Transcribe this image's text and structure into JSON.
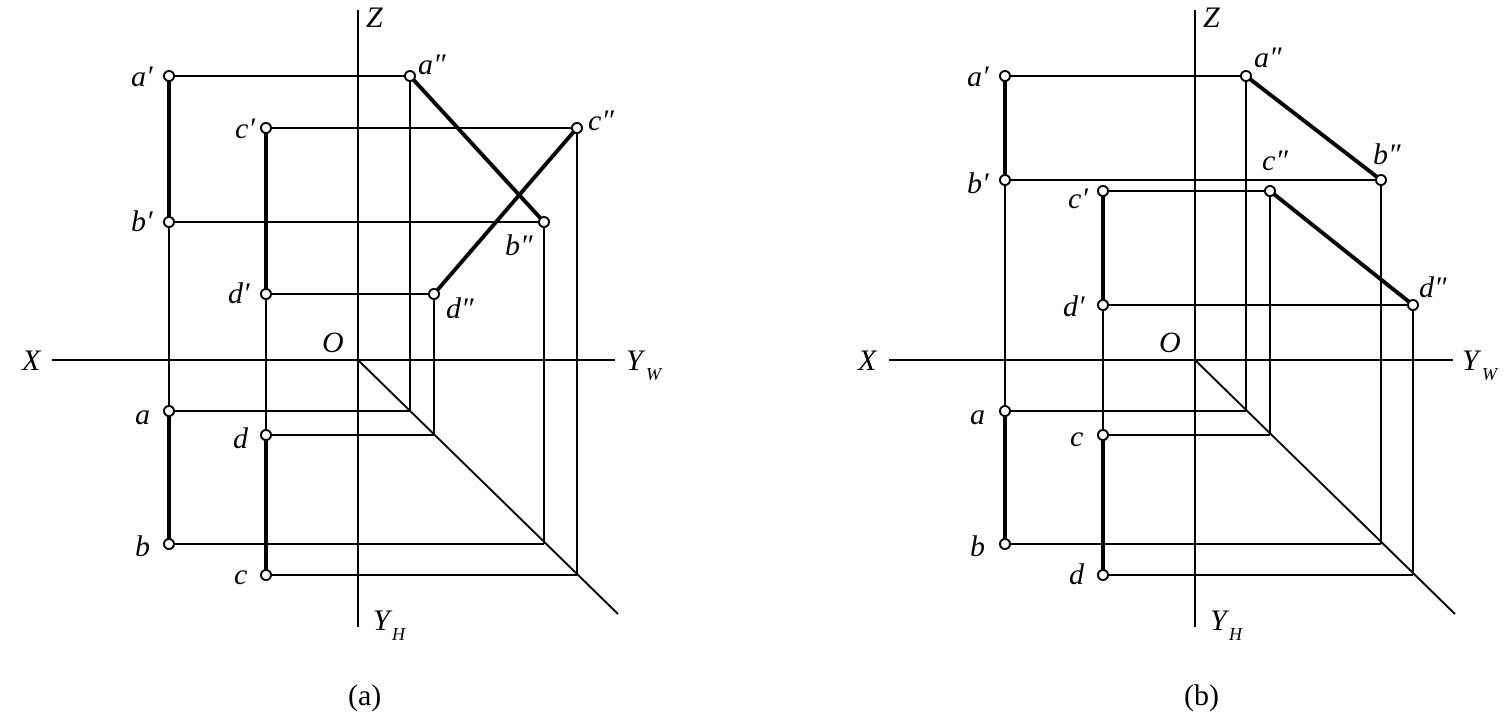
{
  "panels": [
    {
      "caption": "(a)",
      "axes": {
        "x": "X",
        "z": "Z",
        "origin": "O",
        "yw": "Y",
        "yw_sub": "W",
        "yh": "Y",
        "yh_sub": "H"
      },
      "labels": {
        "a1": "a′",
        "b1": "b′",
        "c1": "c′",
        "d1": "d′",
        "a2": "a″",
        "b2": "b″",
        "c2": "c″",
        "d2": "d″",
        "a": "a",
        "b": "b",
        "c": "c",
        "d": "d"
      }
    },
    {
      "caption": "(b)",
      "axes": {
        "x": "X",
        "z": "Z",
        "origin": "O",
        "yw": "Y",
        "yw_sub": "W",
        "yh": "Y",
        "yh_sub": "H"
      },
      "labels": {
        "a1": "a′",
        "b1": "b′",
        "c1": "c′",
        "d1": "d′",
        "a2": "a″",
        "b2": "b″",
        "c2": "c″",
        "d2": "d″",
        "a": "a",
        "b": "b",
        "c": "c",
        "d": "d"
      }
    }
  ]
}
